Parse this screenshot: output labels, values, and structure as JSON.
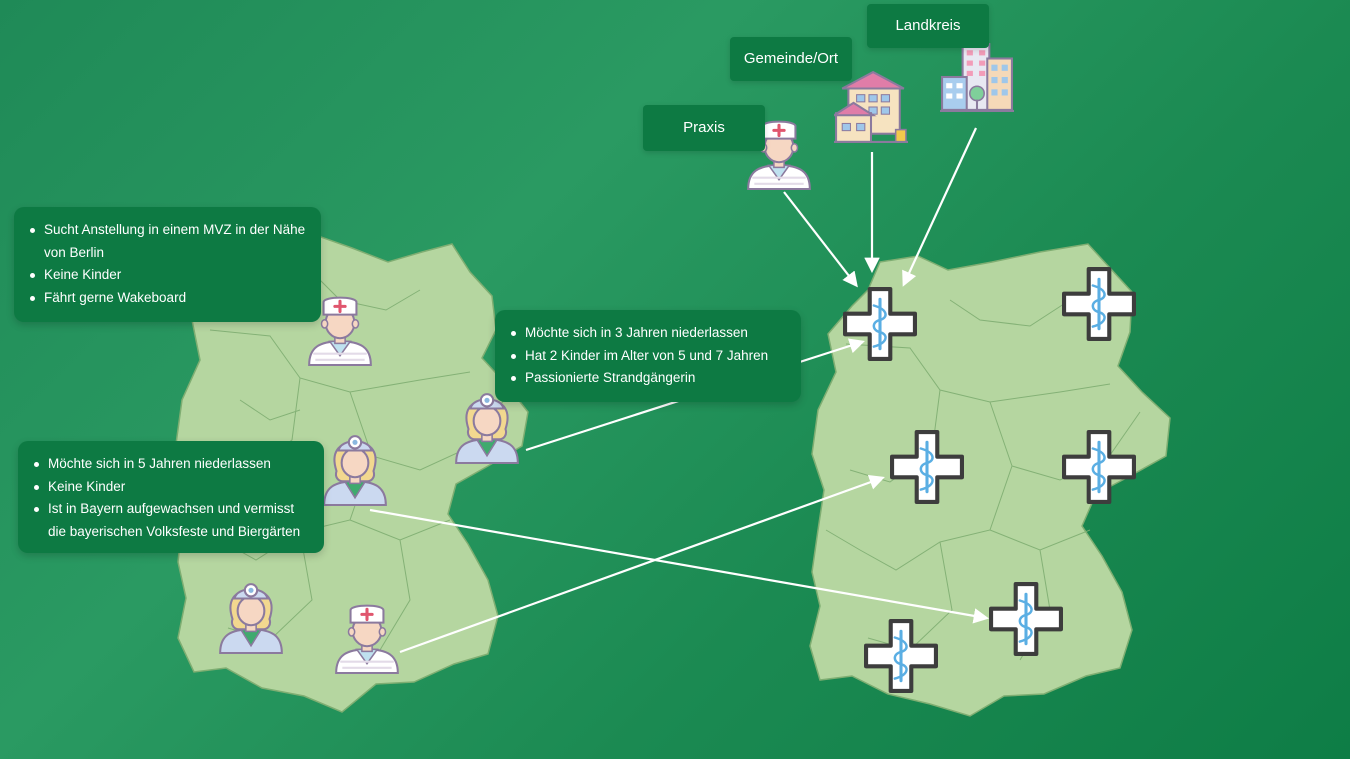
{
  "labels": {
    "landkreis": "Landkreis",
    "gemeinde": "Gemeinde/Ort",
    "praxis": "Praxis"
  },
  "profiles": [
    {
      "items": [
        "Sucht Anstellung in einem MVZ in der Nähe von Berlin",
        "Keine Kinder",
        "Fährt gerne Wakeboard"
      ]
    },
    {
      "items": [
        "Möchte sich in 3 Jahren niederlassen",
        "Hat 2 Kinder im Alter von 5 und 7 Jahren",
        "Passionierte Strandgängerin"
      ]
    },
    {
      "items": [
        "Möchte sich in 5 Jahren niederlassen",
        "Keine Kinder",
        "Ist in Bayern aufgewachsen und vermisst die bayerischen Volksfeste und Biergärten"
      ]
    }
  ],
  "icons": {
    "doctor_male": "doctor-male-icon",
    "doctor_female": "doctor-female-icon",
    "house": "house-icon",
    "city": "city-buildings-icon",
    "medical_cross": "medical-cross-icon"
  },
  "colors": {
    "background": "#1f8a57",
    "box": "#0d7a43",
    "map_fill": "#b5d6a0",
    "map_border": "#7fae72",
    "arrow": "#ffffff",
    "cross_outline": "#3d3d3d",
    "staff": "#5aaee3"
  }
}
